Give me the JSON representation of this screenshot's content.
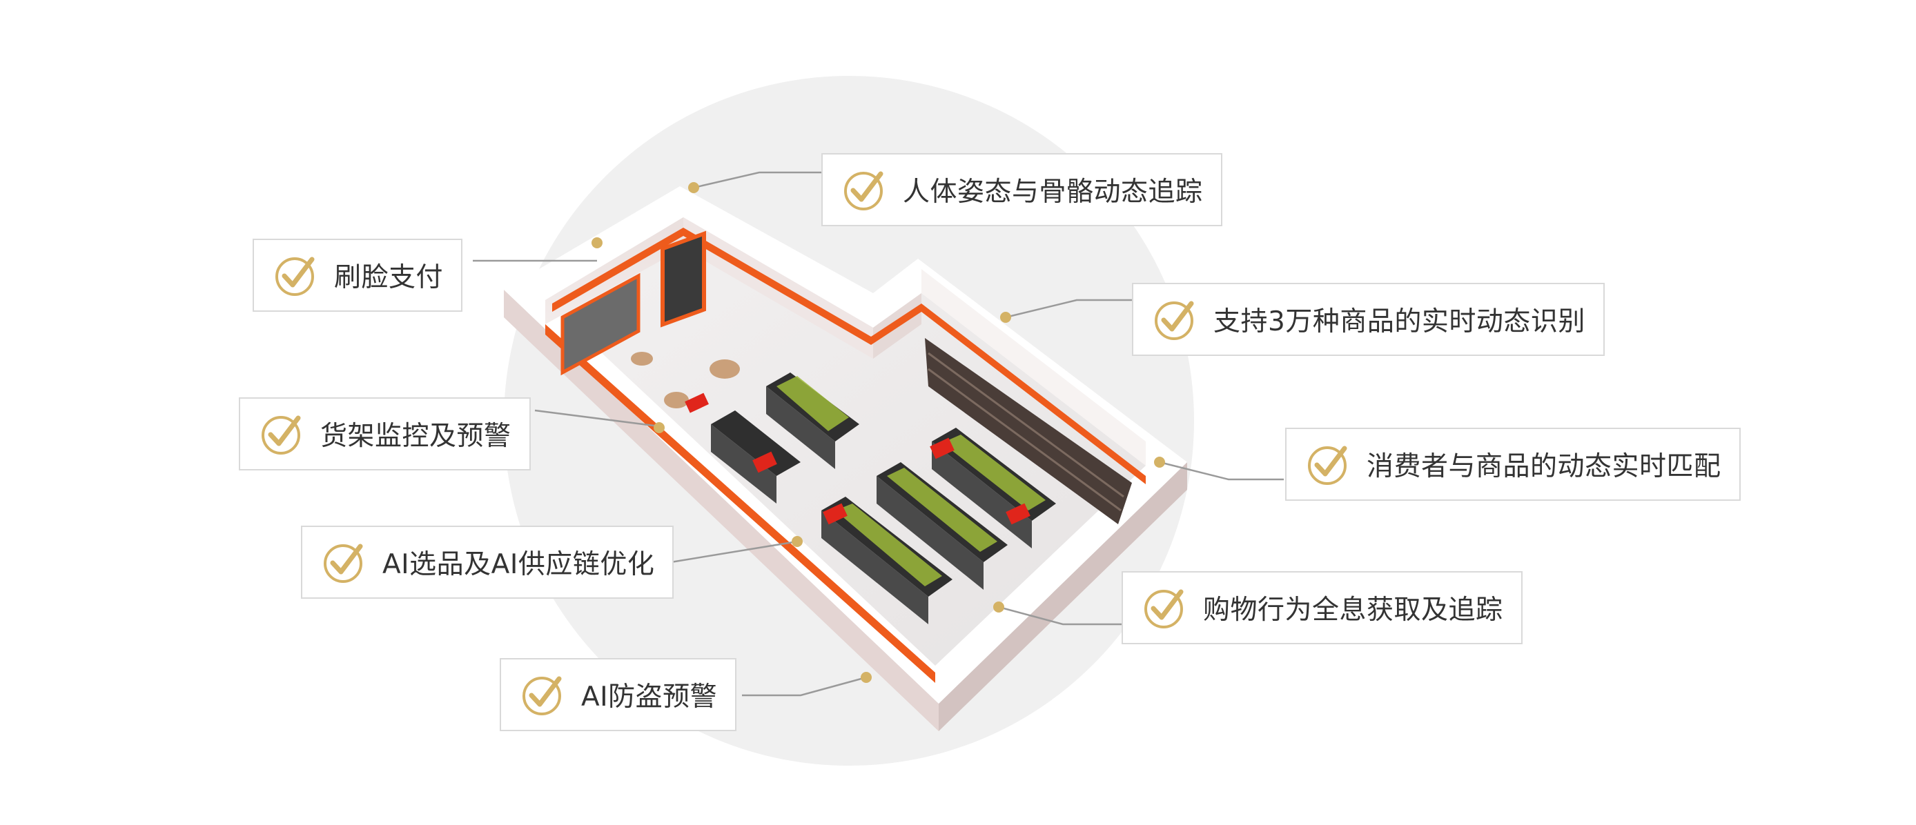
{
  "features": [
    {
      "id": "skeleton",
      "label": "人体姿态与骨骼动态追踪"
    },
    {
      "id": "face-pay",
      "label": "刷脸支付"
    },
    {
      "id": "product-recognition",
      "label": "支持3万种商品的实时动态识别"
    },
    {
      "id": "shelf-monitoring",
      "label": "货架监控及预警"
    },
    {
      "id": "consumer-matching",
      "label": "消费者与商品的动态实时匹配"
    },
    {
      "id": "ai-selection",
      "label": "AI选品及AI供应链优化"
    },
    {
      "id": "shopping-tracking",
      "label": "购物行为全息获取及追踪"
    },
    {
      "id": "anti-theft",
      "label": "AI防盗预警"
    }
  ],
  "icon": "check-circle-icon",
  "colors": {
    "check_gold": "#d4b265",
    "accent_orange": "#ee5b1c",
    "wall": "#e9dcda",
    "floor": "#f1efef",
    "backdrop": "#f0f0f0"
  }
}
